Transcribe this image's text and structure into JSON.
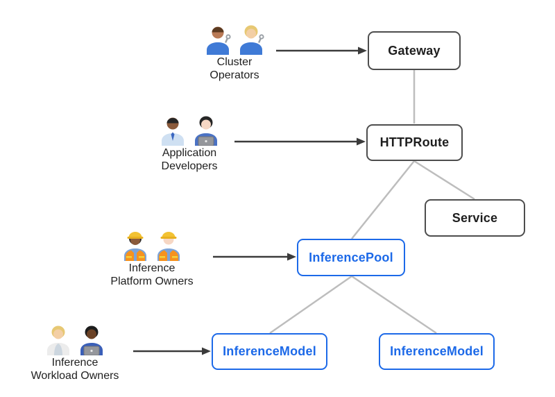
{
  "canvas": {
    "background": "#ffffff"
  },
  "nodes": {
    "gateway": {
      "label": "Gateway",
      "style": "dark"
    },
    "httproute": {
      "label": "HTTPRoute",
      "style": "dark"
    },
    "service": {
      "label": "Service",
      "style": "dark"
    },
    "inference_pool": {
      "label": "InferencePool",
      "style": "blue"
    },
    "inference_model_left": {
      "label": "InferenceModel",
      "style": "blue"
    },
    "inference_model_right": {
      "label": "InferenceModel",
      "style": "blue"
    }
  },
  "personas": {
    "cluster_operators": {
      "label_line1": "Cluster",
      "label_line2": "Operators",
      "icon": "mechanics-pair-icon",
      "icon_glyphs": "👨🏽‍🔧👩🏼‍🔧"
    },
    "application_developers": {
      "label_line1": "Application",
      "label_line2": "Developers",
      "icon": "office-worker-and-technologist-icon",
      "icon_glyphs": "👨🏾‍💼👩🏻‍💻"
    },
    "inference_platform_owners": {
      "label_line1": "Inference",
      "label_line2": "Platform Owners",
      "icon": "construction-workers-pair-icon",
      "icon_glyphs": "👷🏾‍♀️👷🏻"
    },
    "inference_workload_owners": {
      "label_line1": "Inference",
      "label_line2": "Workload Owners",
      "icon": "health-worker-and-technologist-icon",
      "icon_glyphs": "🧑🏼‍⚕️👨🏿‍💻"
    }
  },
  "edges": {
    "arrows": [
      {
        "from": "Cluster Operators",
        "to": "Gateway"
      },
      {
        "from": "Application Developers",
        "to": "HTTPRoute"
      },
      {
        "from": "Inference Platform Owners",
        "to": "InferencePool"
      },
      {
        "from": "Inference Workload Owners",
        "to": "InferenceModel"
      }
    ],
    "connectors": [
      {
        "from": "Gateway",
        "to": "HTTPRoute"
      },
      {
        "from": "HTTPRoute",
        "to": "Service"
      },
      {
        "from": "HTTPRoute",
        "to": "InferencePool"
      },
      {
        "from": "InferencePool",
        "to": "InferenceModel (left)"
      },
      {
        "from": "InferencePool",
        "to": "InferenceModel (right)"
      }
    ]
  },
  "colors": {
    "node_border_dark": "#4d4d4d",
    "node_text_dark": "#1e1e1e",
    "accent_blue": "#1c69e8",
    "connector_gray": "#bdbdbd",
    "arrow_dark": "#3b3b3b",
    "background": "#ffffff"
  }
}
